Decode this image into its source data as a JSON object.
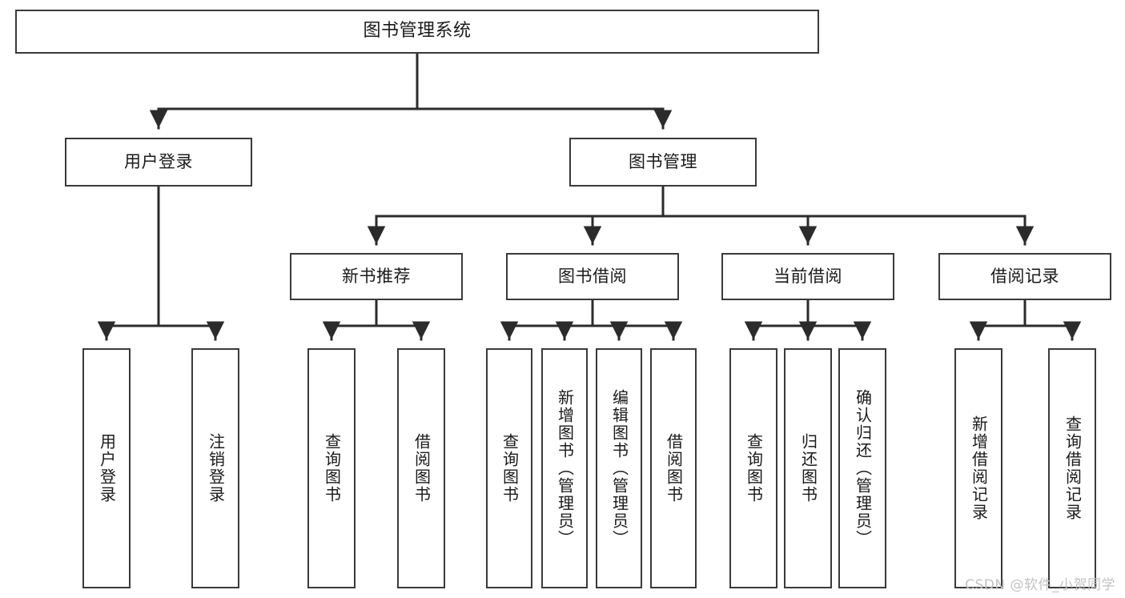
{
  "diagram": {
    "title": "图书管理系统",
    "type": "tree",
    "orientation": "top-down",
    "box_border_color": "#3a3a3a",
    "box_fill_color": "#ffffff",
    "edge_color": "#2b2b2b",
    "text_color": "#1a1a1a"
  },
  "root": {
    "label": "图书管理系统"
  },
  "level1": [
    {
      "label": "用户登录"
    },
    {
      "label": "图书管理"
    }
  ],
  "level2": [
    {
      "label": "新书推荐"
    },
    {
      "label": "图书借阅"
    },
    {
      "label": "当前借阅"
    },
    {
      "label": "借阅记录"
    }
  ],
  "leaves": {
    "user_login": [
      {
        "label": "用户登录"
      },
      {
        "label": "注销登录"
      }
    ],
    "new_book_recommend": [
      {
        "label": "查询图书"
      },
      {
        "label": "借阅图书"
      }
    ],
    "book_borrow": [
      {
        "label": "查询图书"
      },
      {
        "label": "新增图书（管理员）"
      },
      {
        "label": "编辑图书（管理员）"
      },
      {
        "label": "借阅图书"
      }
    ],
    "current_borrow": [
      {
        "label": "查询图书"
      },
      {
        "label": "归还图书"
      },
      {
        "label": "确认归还（管理员）"
      }
    ],
    "borrow_record": [
      {
        "label": "新增借阅记录"
      },
      {
        "label": "查询借阅记录"
      }
    ]
  },
  "watermark": {
    "text": "CSDN @软件_小贺同学"
  }
}
